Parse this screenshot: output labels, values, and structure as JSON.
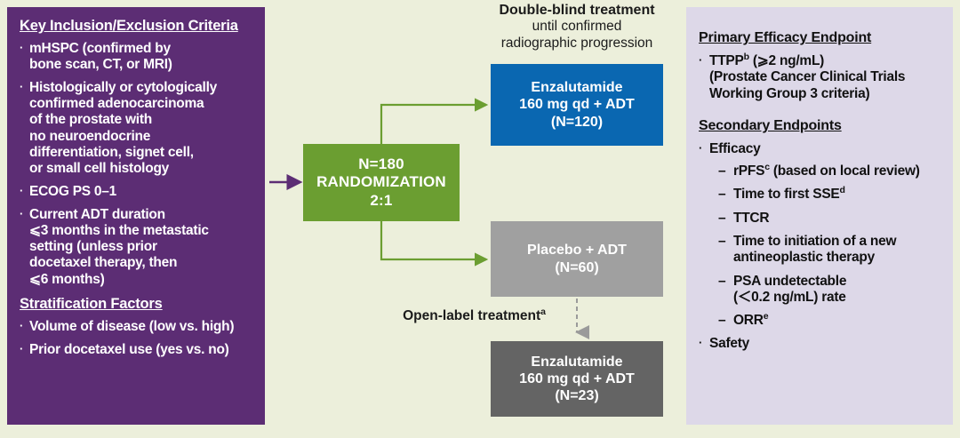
{
  "colors": {
    "background": "#ecefdb",
    "criteria_panel": "#5c2d74",
    "endpoints_panel": "#ddd8e8",
    "randomization": "#6b9e31",
    "enzalutamide_blinded": "#0a67b1",
    "placebo": "#a0a0a0",
    "enzalutamide_openlabel": "#646464",
    "connector_green": "#6b9e31",
    "entry_arrow_purple": "#5c2d74",
    "crossover_arrow_gray": "#9a9a9a"
  },
  "criteria_panel": {
    "heading": "Key Inclusion/Exclusion Criteria",
    "bullets": [
      {
        "line1": "mHSPC (confirmed by",
        "line2": "bone scan, CT, or MRI)",
        "line3": "",
        "line4": "",
        "line5": ""
      },
      {
        "line1": "Histologically or cytologically",
        "line2": "confirmed adenocarcinoma",
        "line3": "of the prostate with",
        "line4": "no neuroendocrine",
        "line5": "differentiation, signet cell,",
        "line6": "or small cell histology"
      },
      {
        "line1": "ECOG PS 0–1"
      },
      {
        "line1": "Current ADT duration",
        "line2": "⩽3 months in the metastatic",
        "line3": "setting (unless prior",
        "line4": "docetaxel therapy, then",
        "line5": "⩽6 months)"
      }
    ],
    "strat_heading": "Stratification Factors",
    "strat_bullets": [
      "Volume of disease (low vs. high)",
      "Prior docetaxel use (yes vs. no)"
    ],
    "bullet_marker": "·"
  },
  "flow": {
    "double_blind_header": {
      "line1": "Double-blind treatment",
      "line2": "until confirmed",
      "line3": "radiographic progression"
    },
    "randomization_box": {
      "line1": "N=180",
      "line2": "RANDOMIZATION",
      "line3": "2:1"
    },
    "enzalutamide_blinded_box": {
      "line1": "Enzalutamide",
      "line2": "160 mg qd + ADT",
      "line3": "(N=120)"
    },
    "placebo_box": {
      "line1": "Placebo + ADT",
      "line2": "(N=60)"
    },
    "open_label_label": "Open-label treatment",
    "open_label_superscript": "a",
    "enzalutamide_openlabel_box": {
      "line1": "Enzalutamide",
      "line2": "160 mg qd + ADT",
      "line3": "(N=23)"
    }
  },
  "endpoints_panel": {
    "primary_heading": "Primary Efficacy Endpoint",
    "primary_bullet": {
      "pre": "TTPP",
      "sup": "b",
      "post": " (⩾2 ng/mL)",
      "line2": "(Prostate Cancer Clinical Trials",
      "line3": "Working Group 3 criteria)"
    },
    "secondary_heading": "Secondary Endpoints",
    "efficacy_label": "Efficacy",
    "efficacy_items": [
      {
        "pre": "rPFS",
        "sup": "c",
        "post": " (based on local review)",
        "line2": ""
      },
      {
        "pre": "Time to first SSE",
        "sup": "d",
        "post": "",
        "line2": ""
      },
      {
        "pre": "TTCR",
        "sup": "",
        "post": "",
        "line2": ""
      },
      {
        "pre": "Time to initiation of a new",
        "sup": "",
        "post": "",
        "line2": "antineoplastic therapy"
      },
      {
        "pre": "PSA undetectable",
        "sup": "",
        "post": "",
        "line2": "(＜0.2 ng/mL) rate"
      },
      {
        "pre": "ORR",
        "sup": "e",
        "post": "",
        "line2": ""
      }
    ],
    "safety_label": "Safety",
    "bullet_marker": "·",
    "dash_marker": "–"
  }
}
